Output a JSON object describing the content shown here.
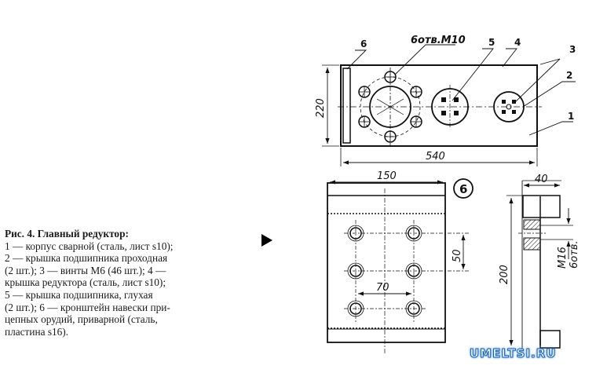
{
  "caption": {
    "title": "Рис. 4. Главный редуктор:",
    "lines": [
      "1 — корпус сварной (сталь, лист s10);",
      "2 — крышка подшипника проходная",
      "(2 шт.); 3 — винты М6 (46 шт.); 4 —",
      "крышка редуктора (сталь, лист s10);",
      "5 — крышка подшипника, глухая",
      "(2 шт.); 6 — кронштейн навески при-",
      "цепных орудий, приварной (сталь,",
      "пластина s16)."
    ]
  },
  "top_view": {
    "dim_height": "220",
    "dim_width": "540",
    "hole_note": "6отв.М10",
    "labels": [
      "6",
      "5",
      "4",
      "3",
      "2",
      "1"
    ]
  },
  "detail_view": {
    "badge": "6",
    "dim_width": "150",
    "dim_spacing_v": "50",
    "dim_spacing_h": "70"
  },
  "side_view": {
    "dim_thickness": "40",
    "dim_height": "200",
    "thread_note": "М16",
    "thread_count": "6отв."
  },
  "watermark": "UMELTSI.RU"
}
